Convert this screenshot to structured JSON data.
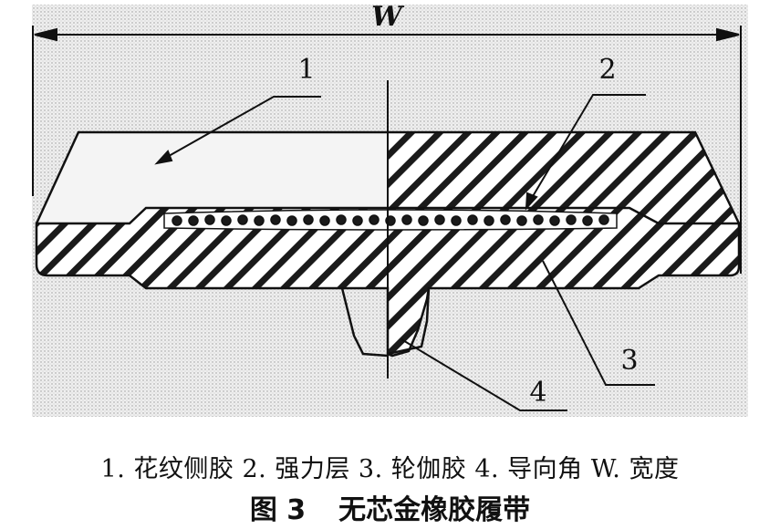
{
  "figure": {
    "dimension_label": "W",
    "callouts": [
      "1",
      "2",
      "3",
      "4"
    ],
    "legend": "1. 花纹侧胶 2. 强力层 3. 轮伽胶 4. 导向角 W. 宽度",
    "figure_number": "图 3",
    "title": "无芯金橡胶履带"
  }
}
